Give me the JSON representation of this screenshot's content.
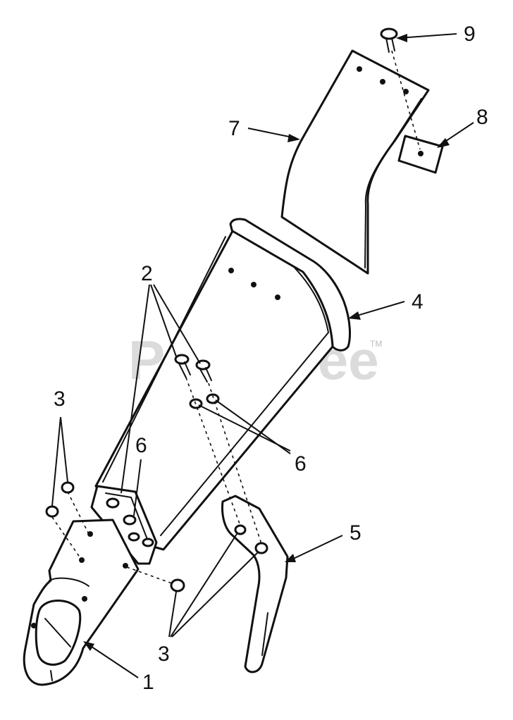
{
  "watermark": {
    "text": "PartsTree",
    "trademark": "TM"
  },
  "callouts": [
    {
      "id": "1",
      "label": "1"
    },
    {
      "id": "2",
      "label": "2"
    },
    {
      "id": "3a",
      "label": "3"
    },
    {
      "id": "3b",
      "label": "3"
    },
    {
      "id": "4",
      "label": "4"
    },
    {
      "id": "5",
      "label": "5"
    },
    {
      "id": "6a",
      "label": "6"
    },
    {
      "id": "6b",
      "label": "6"
    },
    {
      "id": "7",
      "label": "7"
    },
    {
      "id": "8",
      "label": "8"
    },
    {
      "id": "9",
      "label": "9"
    }
  ]
}
